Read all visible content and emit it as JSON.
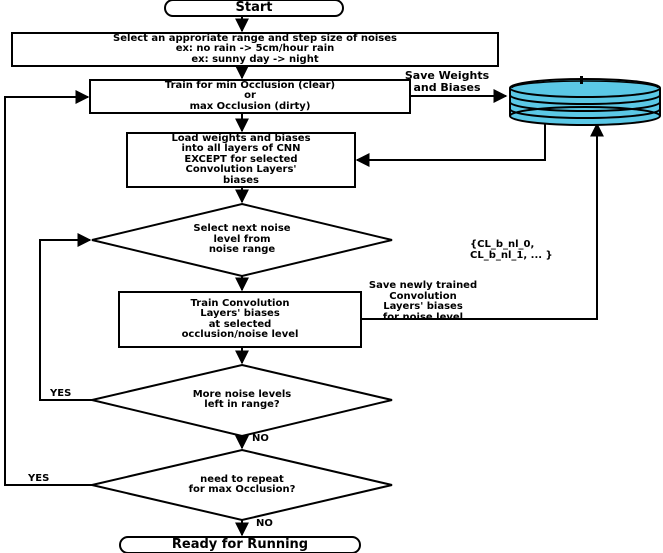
{
  "nodes": {
    "start": "Start",
    "select_range": "Select an approriate range and step size of noises\nex: no rain -> 5cm/hour rain\nex: sunny day -> night",
    "train_occlusion": "Train for min Occlusion (clear)\nor\nmax Occlusion (dirty)",
    "load_weights": "Load weights and biases\ninto all layers of CNN\nEXCEPT for selected\nConvolution Layers'\nbiases",
    "select_noise": "Select next noise\nlevel from\nnoise range",
    "train_conv": "Train Convolution\nLayers' biases\nat selected\nocclusion/noise level",
    "more_noise": "More noise levels\nleft in range?",
    "repeat_occlusion": "need to repeat\nfor max Occlusion?",
    "ready": "Ready for Running"
  },
  "labels": {
    "save_weights": "Save Weights\nand Biases",
    "bias_set": "{CL_b_nl_0,\n  CL_b_nl_1, ... }",
    "save_trained": "Save newly trained\nConvolution\nLayers' biases\nfor noise level",
    "yes_inner": "YES",
    "no_inner": "NO",
    "yes_outer": "YES",
    "no_outer": "NO"
  },
  "colors": {
    "database_fill": "#5bc8e6",
    "database_ring": "#000000"
  }
}
